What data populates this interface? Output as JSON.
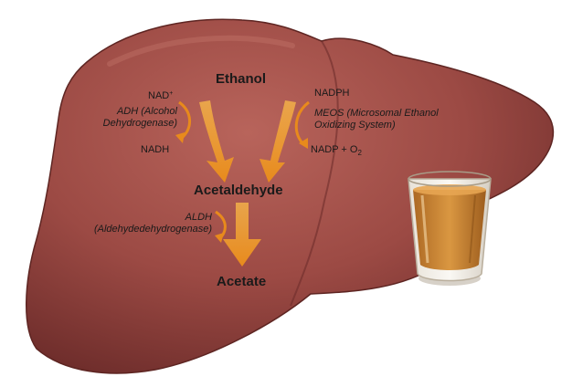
{
  "colors": {
    "liver": "#9c4a44",
    "liver_light": "#b8645b",
    "liver_dark": "#6e2d2b",
    "arrow": "#e88a1c",
    "arrow_light": "#f3b14a",
    "glass_liquid": "#c27a22",
    "background": "#ffffff"
  },
  "labels": {
    "ethanol": "Ethanol",
    "acetaldehyde": "Acetaldehyde",
    "acetate": "Acetate",
    "nad_plus": "NAD",
    "nad_plus_sup": "+",
    "nadh": "NADH",
    "adh_line1": "ADH (Alcohol",
    "adh_line2": "Dehydrogenase)",
    "nadph": "NADPH",
    "meos_line1": "MEOS (Microsomal Ethanol",
    "meos_line2": "Oxidizing System)",
    "nadp": "NADP + O",
    "nadp_sub": "2",
    "aldh_line1": "ALDH",
    "aldh_line2": "(Aldehydedehydrogenase)"
  },
  "icons": {
    "liver": "liver-illustration",
    "glass": "shot-glass-icon"
  }
}
